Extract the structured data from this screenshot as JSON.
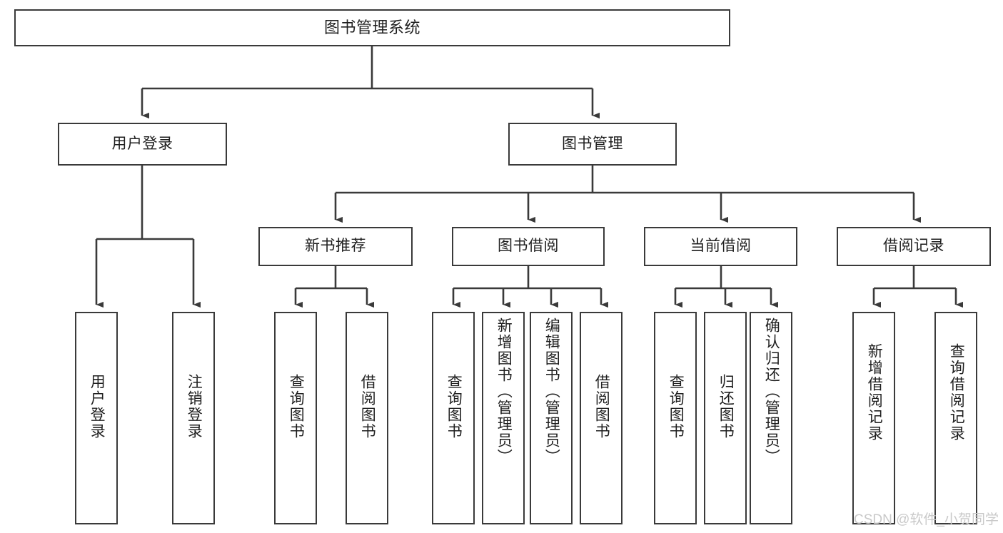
{
  "diagram": {
    "title": "图书管理系统",
    "watermark": "CSDN @软件_小贺同学",
    "colors": {
      "border": "#3a3a3a",
      "text": "#1f1f1f",
      "background": "#ffffff",
      "edge": "#3a3a3a",
      "watermark": "#c9c9c9"
    },
    "nodes": {
      "root": {
        "label": "图书管理系统"
      },
      "level1": [
        {
          "id": "user-login",
          "label": "用户登录"
        },
        {
          "id": "book-manage",
          "label": "图书管理"
        }
      ],
      "level2": [
        {
          "id": "new-book-recommend",
          "label": "新书推荐"
        },
        {
          "id": "book-borrow",
          "label": "图书借阅"
        },
        {
          "id": "current-borrow",
          "label": "当前借阅"
        },
        {
          "id": "borrow-record",
          "label": "借阅记录"
        }
      ],
      "leaves": {
        "user_login": [
          {
            "id": "leaf-user-login",
            "label": "用户登录"
          },
          {
            "id": "leaf-logout",
            "label": "注销登录"
          }
        ],
        "new_book_recommend": [
          {
            "id": "leaf-query-book-1",
            "label": "查询图书"
          },
          {
            "id": "leaf-borrow-book-1",
            "label": "借阅图书"
          }
        ],
        "book_borrow": [
          {
            "id": "leaf-query-book-2",
            "label": "查询图书"
          },
          {
            "id": "leaf-add-book",
            "label": "新增图书（管理员）"
          },
          {
            "id": "leaf-edit-book",
            "label": "编辑图书（管理员）"
          },
          {
            "id": "leaf-borrow-book-2",
            "label": "借阅图书"
          }
        ],
        "current_borrow": [
          {
            "id": "leaf-query-book-3",
            "label": "查询图书"
          },
          {
            "id": "leaf-return-book",
            "label": "归还图书"
          },
          {
            "id": "leaf-confirm-return",
            "label": "确认归还（管理员）"
          }
        ],
        "borrow_record": [
          {
            "id": "leaf-add-record",
            "label": "新增借阅记录"
          },
          {
            "id": "leaf-query-record",
            "label": "查询借阅记录"
          }
        ]
      }
    }
  }
}
